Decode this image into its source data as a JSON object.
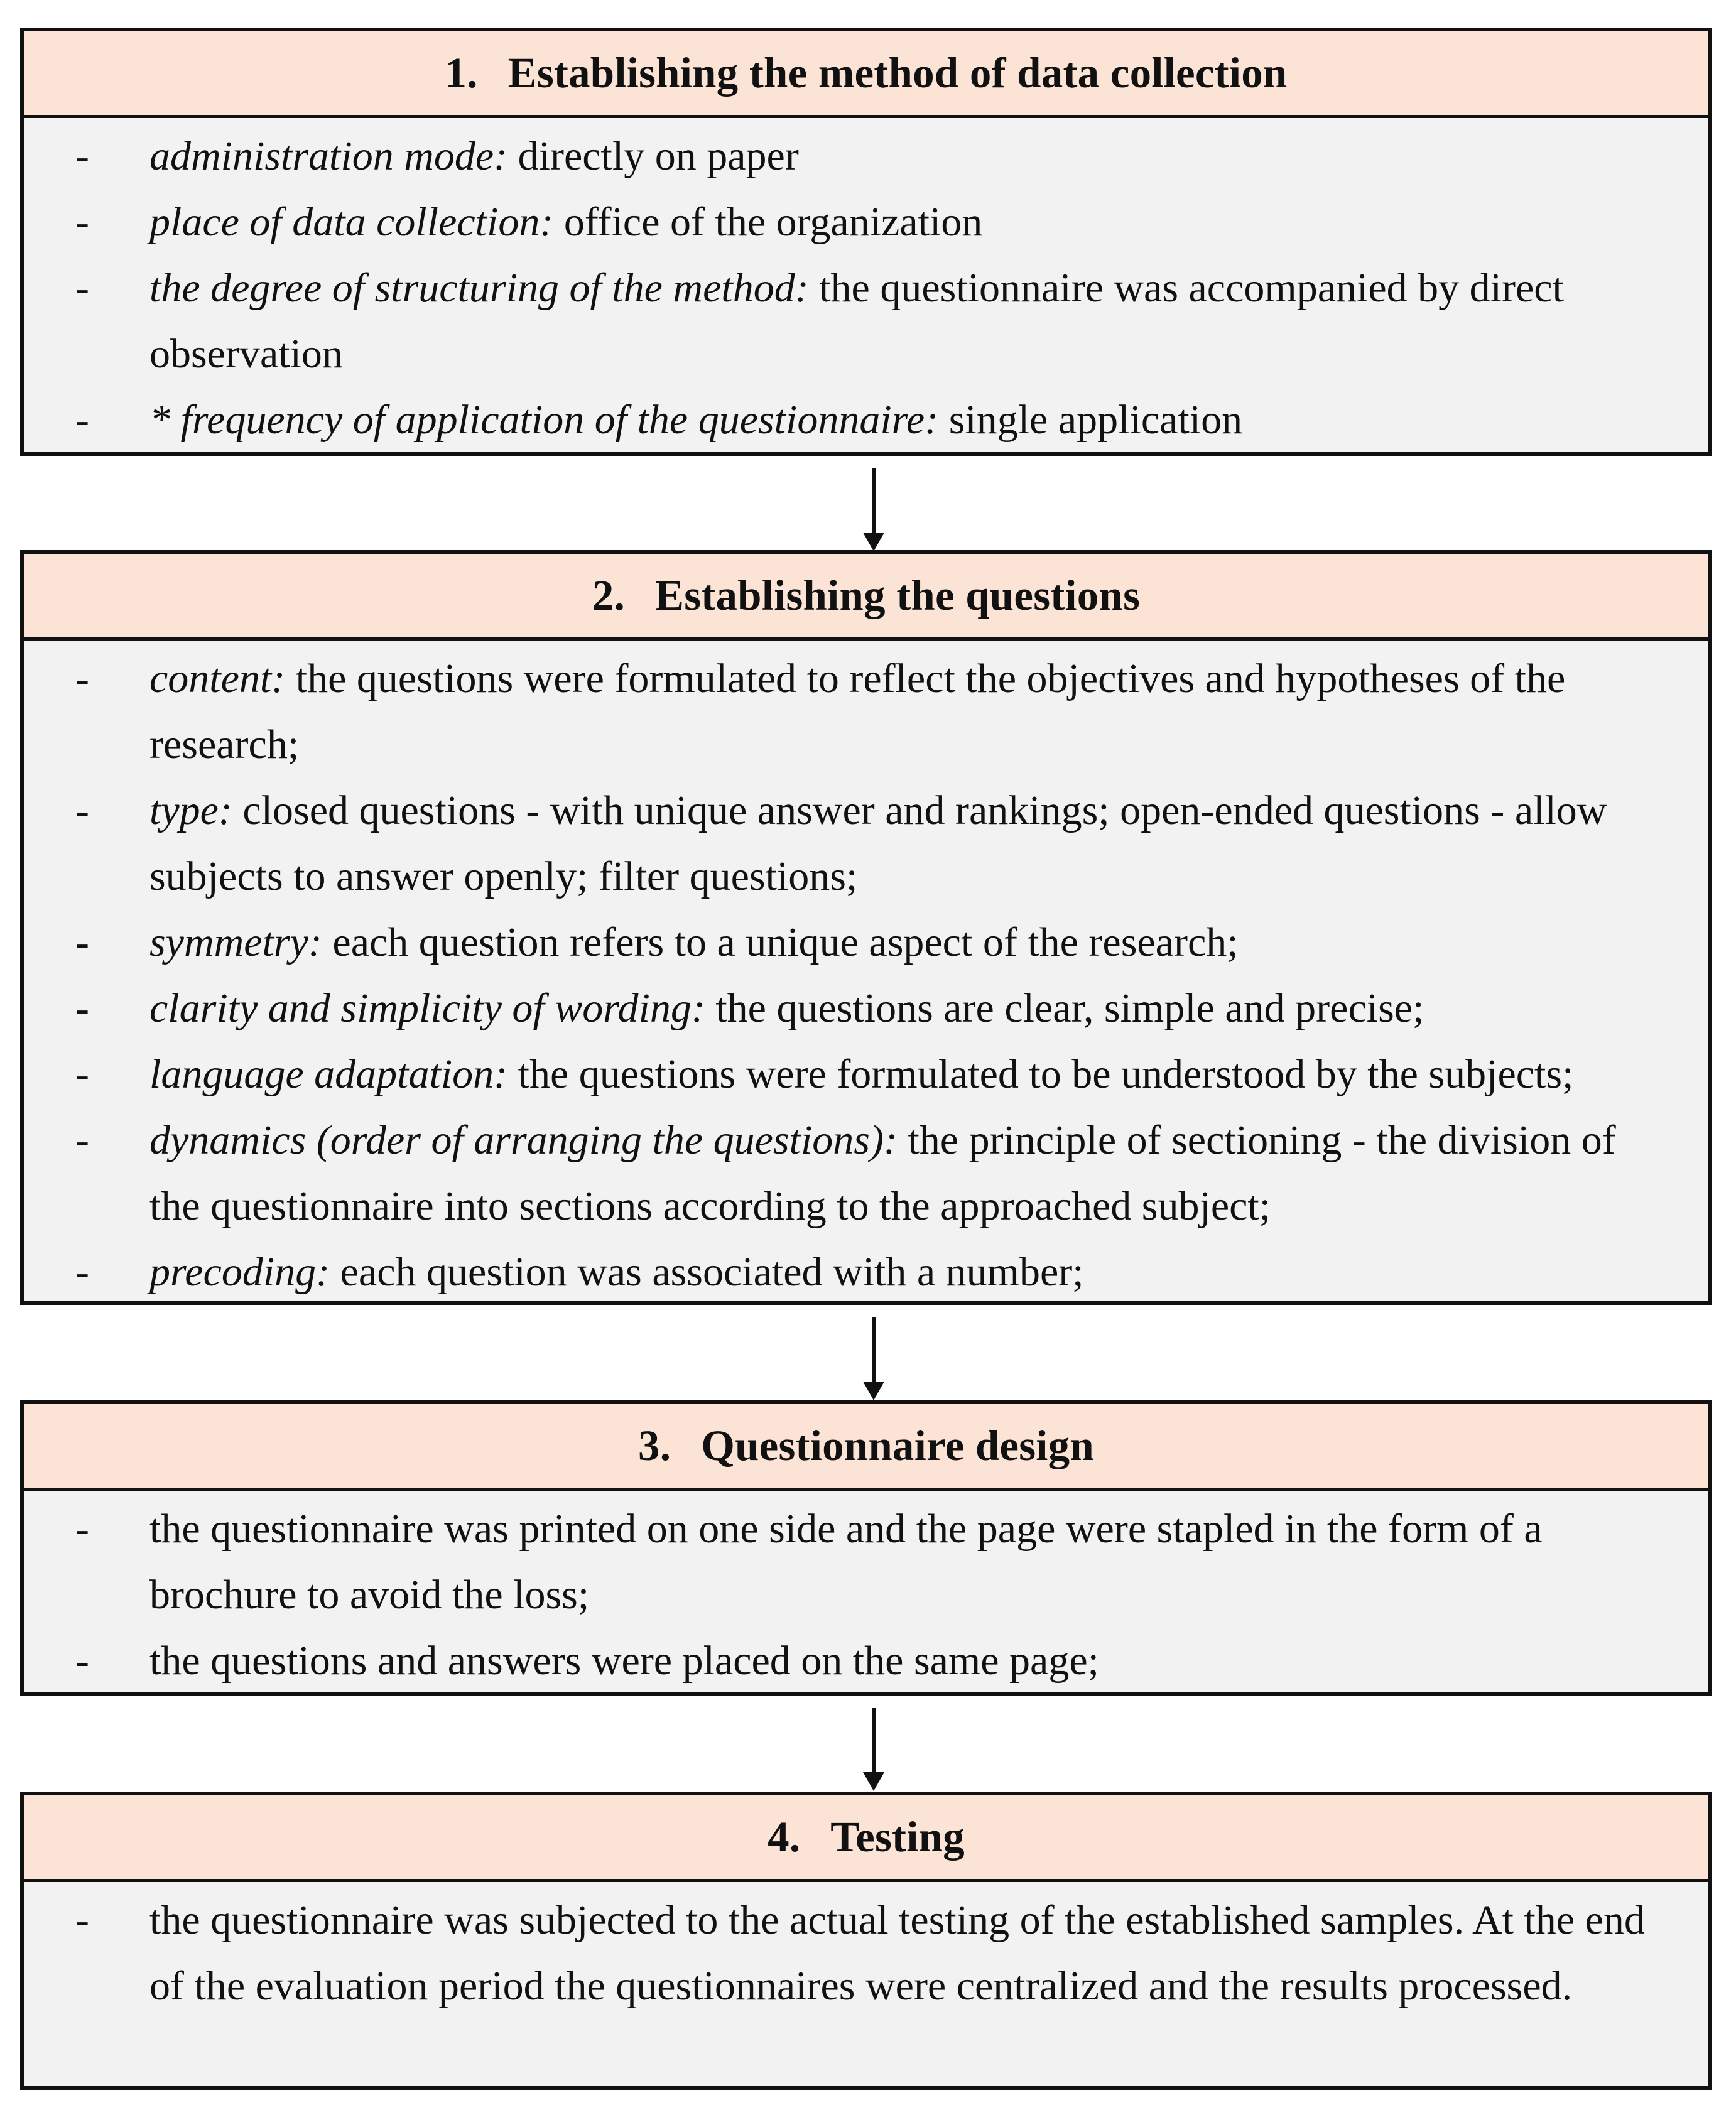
{
  "steps": [
    {
      "number": "1.",
      "title": "Establishing the method of data collection",
      "items": [
        {
          "dash": "-",
          "term": "administration mode:",
          "text": " directly on paper"
        },
        {
          "dash": "-",
          "term": "place of data collection:",
          "text": " office of the organization"
        },
        {
          "dash": "-",
          "term": "the degree of structuring of the method:",
          "text": " the questionnaire was accompanied by direct observation"
        },
        {
          "dash": "-",
          "term": "* frequency of application of the questionnaire:",
          "text": " single application"
        }
      ]
    },
    {
      "number": "2.",
      "title": "Establishing the questions",
      "items": [
        {
          "dash": "-",
          "term": "content:",
          "text": " the questions were formulated to reflect the objectives and hypotheses of the research;"
        },
        {
          "dash": "-",
          "term": "type:",
          "text": " closed questions - with unique answer and rankings; open-ended questions - allow subjects to answer openly; filter questions;"
        },
        {
          "dash": "-",
          "term": "symmetry:",
          "text": " each question refers to a unique aspect of the research;"
        },
        {
          "dash": "-",
          "term": "clarity and simplicity of wording:",
          "text": " the questions are clear, simple and precise;"
        },
        {
          "dash": "-",
          "term": "language adaptation:",
          "text": " the questions were formulated to be understood by the subjects;"
        },
        {
          "dash": "-",
          "term": "dynamics (order of arranging the questions):",
          "text": " the principle of sectioning - the division of the questionnaire into sections according to the approached subject;"
        },
        {
          "dash": "-",
          "term": "precoding:",
          "text": " each question was associated with a number;"
        }
      ]
    },
    {
      "number": "3.",
      "title": "Questionnaire design",
      "items": [
        {
          "dash": "-",
          "term": "",
          "text": "the questionnaire was printed on one side and the page were stapled in the form of a brochure to avoid the loss;"
        },
        {
          "dash": "-",
          "term": "",
          "text": "the questions and answers were placed on the same page;"
        }
      ]
    },
    {
      "number": "4.",
      "title": "Testing",
      "items": [
        {
          "dash": "-",
          "term": "",
          "text": "the questionnaire was subjected to the actual testing of the established samples. At the end of the evaluation period the questionnaires were centralized and the results processed."
        }
      ]
    }
  ],
  "colors": {
    "header_fill": "#fbe4d5",
    "body_fill": "#f2f2f2",
    "border": "#111111"
  }
}
